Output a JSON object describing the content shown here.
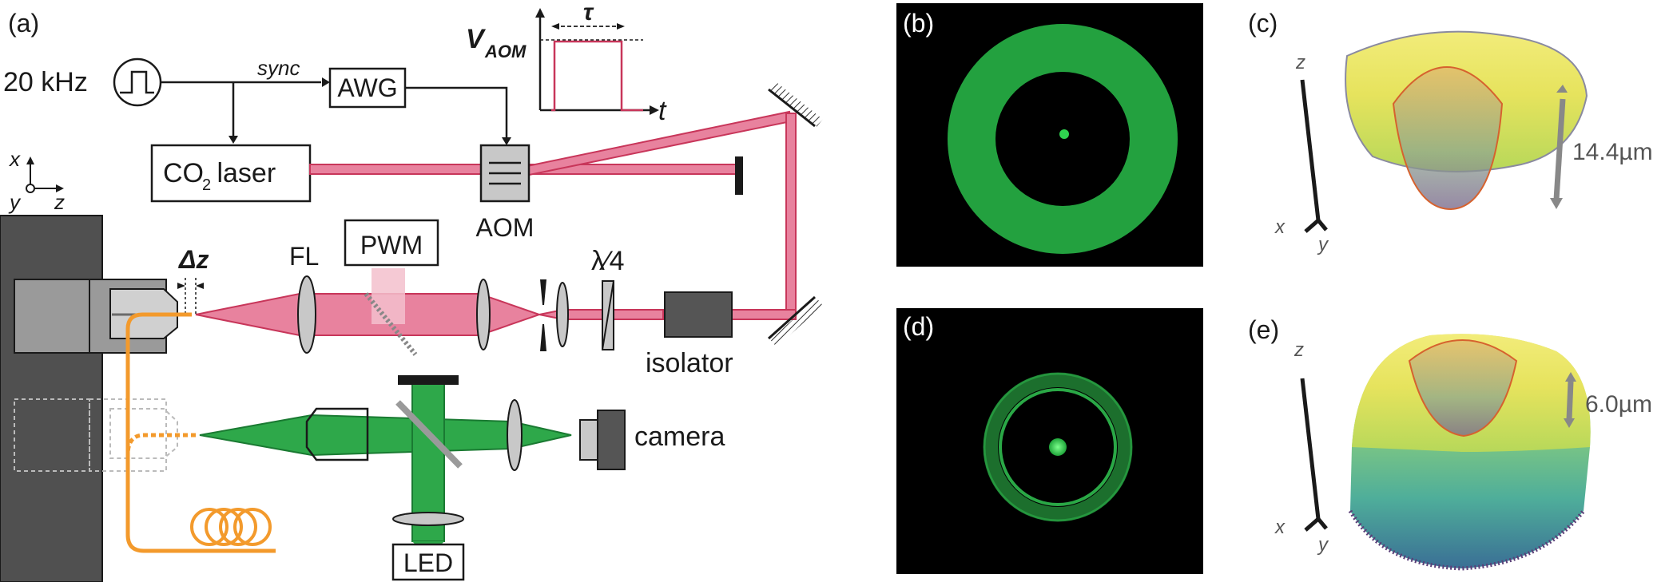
{
  "panels": {
    "a": "(a)",
    "b": "(b)",
    "c": "(c)",
    "d": "(d)",
    "e": "(e)"
  },
  "setup": {
    "rep_rate": "20 kHz",
    "sync": "sync",
    "awg": "AWG",
    "co2_laser_main": "CO",
    "co2_laser_sub": "2",
    "co2_laser_tail": " laser",
    "aom": "AOM",
    "v_aom_main": "V",
    "v_aom_sub": "AOM",
    "tau": "τ",
    "t": "t",
    "pwm": "PWM",
    "fl": "FL",
    "delta_z": "Δz",
    "quarter_wave": "λ⁄4",
    "isolator": "isolator",
    "camera": "camera",
    "led": "LED",
    "axis_x": "x",
    "axis_y": "y",
    "axis_z": "z"
  },
  "profiles": {
    "c": {
      "depth": "14.4µm",
      "axis_x": "x",
      "axis_y": "y",
      "axis_z": "z"
    },
    "e": {
      "depth": "6.0µm",
      "axis_x": "x",
      "axis_y": "y",
      "axis_z": "z"
    }
  },
  "colors": {
    "laser": "#e8829e",
    "laser_edge": "#c8365a",
    "green": "#2ea84a",
    "fiber": "#f39a2c",
    "stage": "#505050"
  }
}
